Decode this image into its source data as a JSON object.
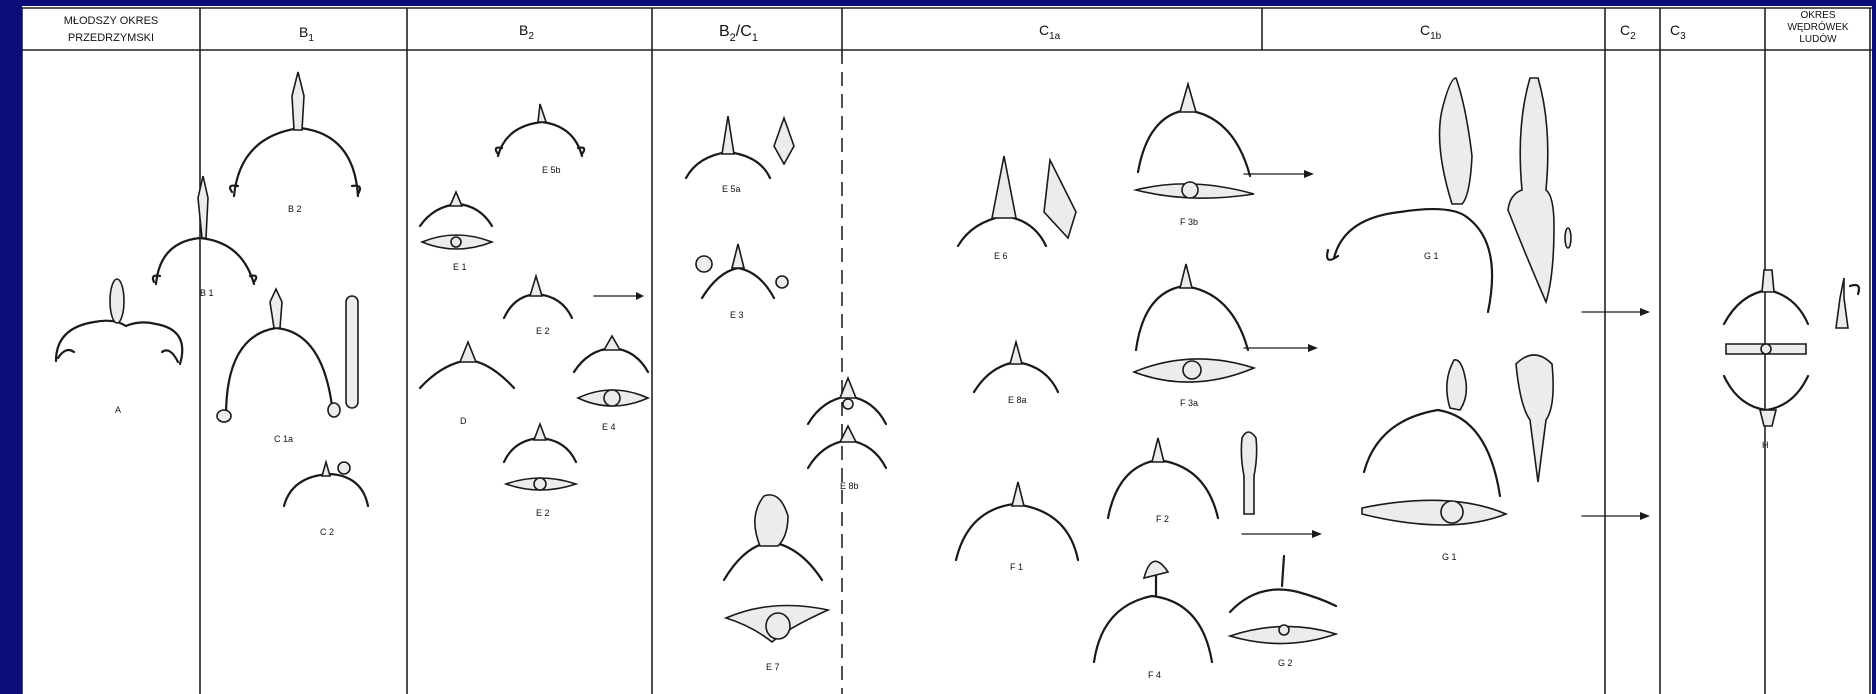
{
  "headers": {
    "mlodszy": [
      "MŁODSZY OKRES",
      "PRZEDRZYMSKI"
    ],
    "b1": "B",
    "b1_sub": "1",
    "b2": "B",
    "b2_sub": "2",
    "b2c1_a": "B",
    "b2c1_a_sub": "2",
    "b2c1_slash": "/",
    "b2c1_b": "C",
    "b2c1_b_sub": "1",
    "c1a": "C",
    "c1a_sub": "1a",
    "c1b": "C",
    "c1b_sub": "1b",
    "c2": "C",
    "c2_sub": "2",
    "c3": "C",
    "c3_sub": "3",
    "wedrowek": [
      "OKRES",
      "WĘDRÓWEK",
      "LUDÓW"
    ]
  },
  "labels": {
    "A": "A",
    "B1": "B 1",
    "B2": "B 2",
    "C1a": "C 1a",
    "C2": "C 2",
    "E5b": "E 5b",
    "E1": "E 1",
    "E2a": "E 2",
    "D": "D",
    "E2b": "E 2",
    "E4": "E 4",
    "E5a": "E 5a",
    "E3": "E 3",
    "E8b": "E 8b",
    "E7": "E 7",
    "E6": "E 6",
    "E8a": "E 8a",
    "F1": "F 1",
    "F3b": "F 3b",
    "F3a": "F 3a",
    "F2": "F 2",
    "F4": "F 4",
    "G2": "G 2",
    "G1a": "G 1",
    "G1b": "G 1",
    "H": "H"
  }
}
